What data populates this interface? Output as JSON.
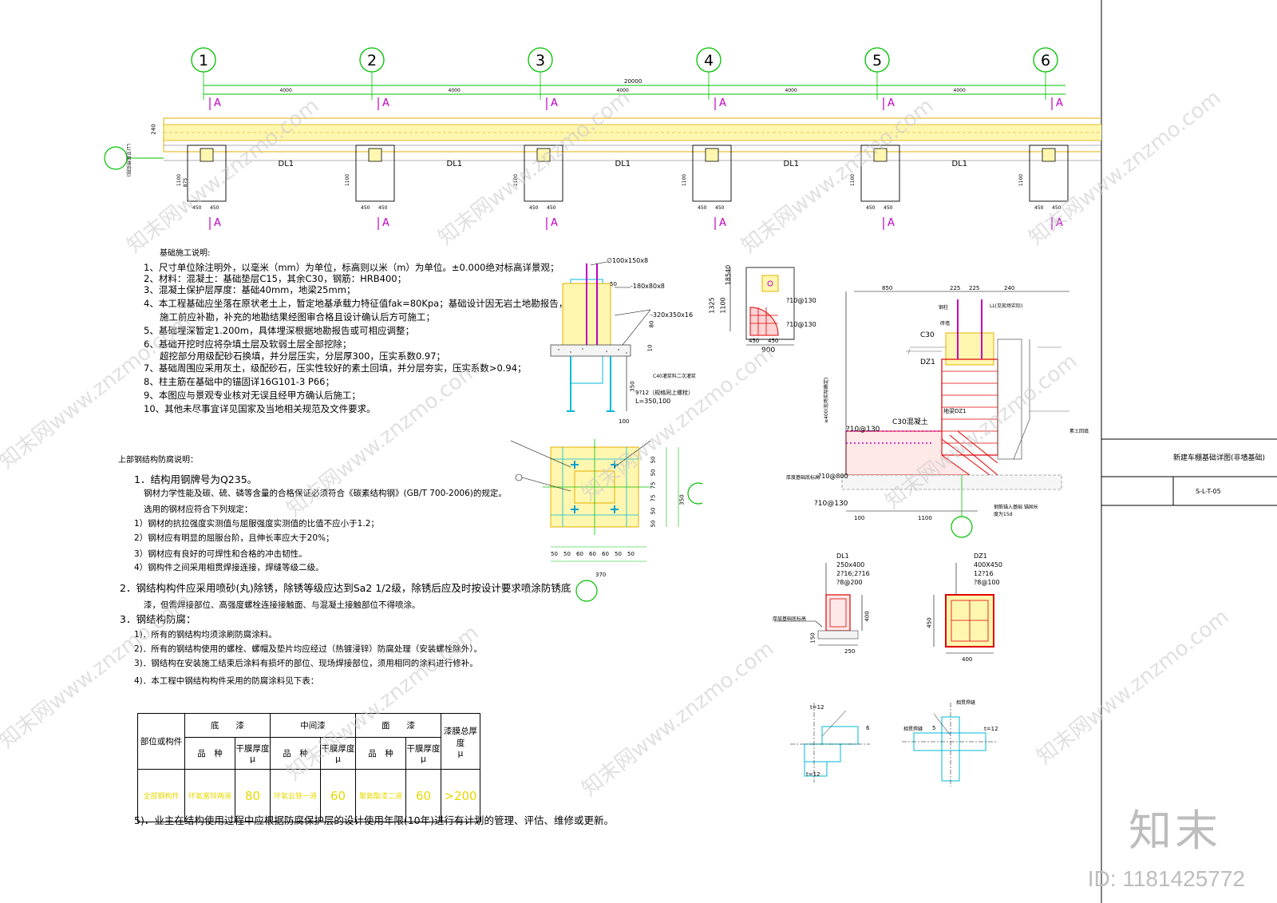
{
  "axes": [
    "1",
    "2",
    "3",
    "4",
    "5",
    "6"
  ],
  "dims": {
    "total": "20000",
    "span": "4000",
    "pier_half": "450",
    "depth": "1100",
    "depth2": "875",
    "wall": "240"
  },
  "plan": {
    "section_mark": "A",
    "beam_label": "DL1",
    "side_note": "LL(见现场实际)"
  },
  "foundation_notes": {
    "title": "基础施工说明:",
    "items": [
      "1、尺寸单位除注明外，以毫米（mm）为单位，标高则以米（m）为单位。±0.000绝对标高详景观；",
      "2、材料：混凝土：基础垫层C15，其余C30，钢筋：HRB400；",
      "3、混凝土保护层厚度：基础40mm，地梁25mm；",
      "4、本工程基础应坐落在原状老土上，暂定地基承载力特征值fak=80Kpa；基础设计因无岩土地勘报告，",
      "施工前应补勘，补充的地勘结果经图审合格且设计确认后方可施工；",
      "5、基础埋深暂定1.200m，具体埋深根据地勘报告或可相应调整；",
      "6、基础开挖时应将杂填土层及软弱土层全部挖除；",
      "超挖部分用级配砂石换填，并分层压实，分层厚300，压实系数0.97；",
      "7、基础周围应采用灰土，级配砂石，压实性较好的素土回填，并分层夯实，压实系数>0.94；",
      "8、柱主筋在基础中的锚固详16G101-3 P66；",
      "9、本图应与景观专业核对无误且经甲方确认后施工；",
      "10、其他未尽事宜详见国家及当地相关规范及文件要求。"
    ]
  },
  "steel_notes": {
    "title": "上部钢结构防腐说明：",
    "items": [
      "1．结构用钢牌号为Q235。",
      "钢材力学性能及碳、硫、磷等含量的合格保证必须符合《碳素结构钢》(GB/T 700-2006)的规定。",
      "选用的钢材应符合下列规定：",
      "1）钢材的抗拉强度实测值与屈服强度实测值的比值不应小于1.2；",
      "2）钢材应有明显的屈服台阶，且伸长率应大于20%；",
      "3）钢材应有良好的可焊性和合格的冲击韧性。",
      "4）钢构件之间采用相贯焊接连接，焊缝等级二级。",
      "2．钢结构构件应采用喷砂(丸)除锈，除锈等级应达到Sa2 1/2级，除锈后应及时按设计要求喷涂防锈底",
      "漆，但需焊接部位、高强度螺栓连接接触面、与混凝土接触部位不得喷涂。",
      "3．钢结构防腐：",
      "1)．所有的钢结构均须涂刷防腐涂料。",
      "2)．所有的钢结构使用的螺栓、螺帽及垫片均应经过（热镀浸锌）防腐处理（安装螺栓除外）。",
      "3)．钢结构在安装施工结束后涂料有损坏的部位、现场焊接部位，须用相同的涂料进行修补。",
      "4)．本工程中钢结构构件采用的防腐涂料见下表：",
      "5)．业主在结构使用过程中应根据防腐保护层的设计使用年限(10年)进行有计划的管理、评估、维修或更新。"
    ]
  },
  "paint_table": {
    "header_part": "部位或构件",
    "header_primer": "底　　漆",
    "header_mid": "中间漆",
    "header_top": "面　　漆",
    "header_total": "漆膜总厚度",
    "unit": "μ",
    "sub_kind": "品　种",
    "sub_thick": "干膜厚度",
    "row_part": "全部钢构件",
    "row_primer_kind": "环氧富锌两道",
    "row_primer_thick": "80",
    "row_mid_kind": "环氧云铁一道",
    "row_mid_thick": "60",
    "row_top_kind": "聚氨酯漆二道",
    "row_top_thick": "60",
    "row_total": ">200"
  },
  "base_plate": {
    "plate_top": "∅100x150x8",
    "stiffener": "-180x80x8",
    "base": "-320x350x16",
    "grout": "C40灌浆料二次灌浆",
    "bolts": "9?12（规格同上螺栓）",
    "bolt_len": "L=350,100",
    "dim_350": "350",
    "dim_100": "100",
    "dim_50": "50",
    "dim_80": "80",
    "dim_10": "10",
    "plan_dims_h": [
      "50",
      "50",
      "60",
      "60",
      "60",
      "50",
      "50"
    ],
    "plan_dims_v": [
      "50",
      "50",
      "75",
      "75",
      "50",
      "50"
    ],
    "plan_total": "370",
    "plan_side": "350"
  },
  "pier_plan": {
    "d1": "1325",
    "d2": "1100",
    "d3": "18540",
    "rebar1": "?10@130",
    "rebar2": "?10@130",
    "w1": "450",
    "w2": "450",
    "wt": "900"
  },
  "section_A": {
    "d850": "850",
    "d225a": "225",
    "d225b": "225",
    "d240": "240",
    "ll": "LL(见现场实际)",
    "c30_top": "C30",
    "dz1": "DZ1",
    "dz1_mark": "地梁DZ1",
    "rebar": "?10@130",
    "c30_mid": "C30混凝土",
    "base_layer": "厚度基础底标高",
    "min_800": "?10@800",
    "rebar_bot": "?10@130",
    "d100": "100",
    "d1100": "1100",
    "anchor": "钢筋锚入基础 锚固长度为15d",
    "h400": "≥400(现场实际确定)",
    "wall_label": "砖墙",
    "steel_col": "钢柱",
    "soil": "素土回填"
  },
  "dl1": {
    "title": "DL1",
    "size": "250x400",
    "bars": "2?16;2?16",
    "stirrup": "?8@200",
    "h": "400",
    "w": "250",
    "bot": "150",
    "base_label": "厚层基础底标高"
  },
  "dz1": {
    "title": "DZ1",
    "size": "400X450",
    "bars": "12?16",
    "stirrup": "?8@100",
    "h": "450",
    "w": "400"
  },
  "joints": {
    "t1": "t=12",
    "t2": "t=12",
    "t3": "t=12",
    "w6": "6",
    "w5": "5",
    "label_a": "相贯焊缝",
    "label_b": "相贯焊缝"
  },
  "title_block": {
    "drawing_name": "新建车棚基础详图(非墙基础)",
    "drawing_no": "S-L-T-05"
  },
  "branding": {
    "logo": "知末",
    "id": "ID: 1181425772",
    "watermark": "知末网www.znzmo.com"
  }
}
